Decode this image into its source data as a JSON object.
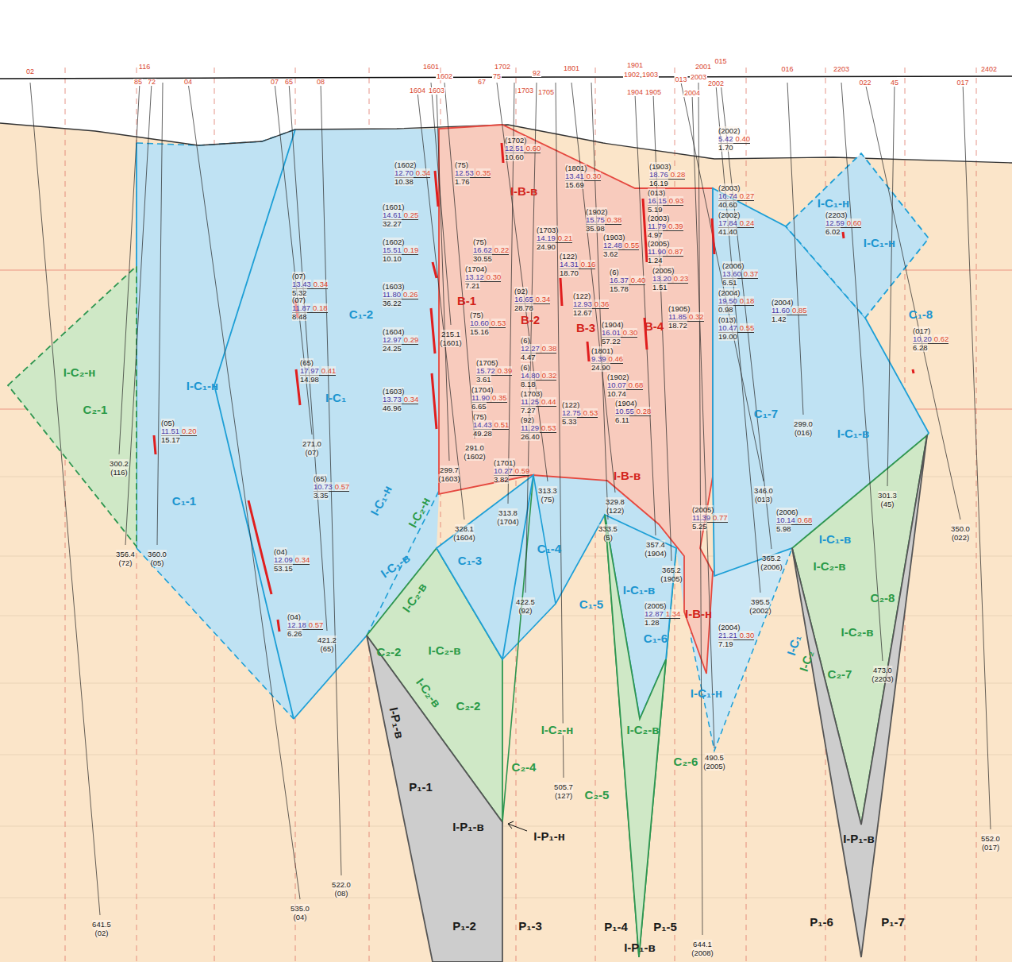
{
  "diagram": {
    "nodes": [
      {
        "text": [
          "I-B-в",
          "B-1",
          "B-2",
          "B-3",
          "B-4",
          "I-B-в",
          "I-B-н"
        ]
      },
      {
        "text": [
          "I-C₂-н",
          "C₂-1"
        ]
      },
      {
        "text": [
          "I-C₂-в",
          "C₂-2",
          "I-C₂-в",
          "C₂-2",
          "I-C₂-в"
        ]
      },
      {
        "text": [
          "I-P₁-в",
          "P₁-1",
          "I-P₁-в",
          "P₁-2"
        ]
      },
      {
        "text": [
          "C₁-3"
        ]
      },
      {
        "text": [
          "I-C₁-в",
          "C₁-6"
        ]
      },
      {
        "text": [
          "I-C₂-в"
        ]
      },
      {
        "text": [
          "C₁-7",
          "I-C₁-в",
          "I-C₁-в"
        ]
      },
      {
        "text": [
          "I-C₁-н",
          "I-C₁-н"
        ]
      },
      {
        "text": [
          "I-C₂-в",
          "C₂-8",
          "I-C₂-в",
          "C₂-7"
        ]
      },
      {
        "text": [
          "I-P₁-в"
        ]
      }
    ],
    "labels": [
      "(07)",
      "13.43",
      "0.34",
      "5.32",
      "(07)",
      "11.87",
      "0.18",
      "8.48",
      "(65)",
      "17.97",
      "0.41",
      "14.98",
      "(05)",
      "11.51",
      "0.20",
      "15.17",
      "(65)",
      "10.73",
      "0.57",
      "3.35",
      "(04)",
      "12.09",
      "0.34",
      "53.15",
      "(04)",
      "12.18",
      "0.57",
      "6.26",
      "(1602)",
      "12.70",
      "0.34",
      "10.38",
      "(1601)",
      "14.61",
      "0.25",
      "32.27",
      "(1602)",
      "15.51",
      "0.19",
      "10.10",
      "(1603)",
      "11.80",
      "0.26",
      "36.22",
      "(1604)",
      "12.97",
      "0.29",
      "24.25",
      "(1603)",
      "13.73",
      "0.34",
      "46.96",
      "(75)",
      "12.53",
      "0.35",
      "1.76",
      "(1702)",
      "12.51",
      "0.60",
      "10.60",
      "(75)",
      "16.62",
      "0.22",
      "30.55",
      "(1704)",
      "13.12",
      "0.30",
      "7.21",
      "(75)",
      "10.60",
      "0.53",
      "15.16",
      "(1705)",
      "15.72",
      "0.39",
      "3.61",
      "(1704)",
      "11.90",
      "0.35",
      "6.65",
      "(75)",
      "14.43",
      "0.51",
      "49.28",
      "(1703)",
      "14.19",
      "0.21",
      "24.90",
      "(122)",
      "14.31",
      "0.16",
      "18.70",
      "(1902)",
      "15.75",
      "0.38",
      "35.98",
      "(1903)",
      "12.48",
      "0.55",
      "3.62",
      "(6)",
      "16.37",
      "0.40",
      "15.78",
      "(122)",
      "12.93",
      "0.36",
      "12.67",
      "(92)",
      "16.65",
      "0.34",
      "28.78",
      "(1904)",
      "16.01",
      "0.30",
      "57.22",
      "(1801)",
      "9.39",
      "0.46",
      "24.90",
      "(1902)",
      "10.07",
      "0.68",
      "10.74",
      "(122)",
      "12.75",
      "0.53",
      "5.33",
      "(1904)",
      "10.55",
      "0.28",
      "6.11",
      "(6)",
      "12.27",
      "0.38",
      "4.47",
      "(6)",
      "14.80",
      "0.32",
      "8.18",
      "(1703)",
      "11.25",
      "0.44",
      "7.27",
      "(92)",
      "11.29",
      "0.53",
      "26.40",
      "(1801)",
      "13.41",
      "0.30",
      "15.69",
      "(1903)",
      "18.76",
      "0.28",
      "16.19",
      "(013)",
      "16.15",
      "0.93",
      "5.19",
      "(2003)",
      "11.79",
      "0.39",
      "4.97",
      "(2005)",
      "11.90",
      "0.87",
      "1.24",
      "(2005)",
      "13.20",
      "0.23",
      "1.51",
      "(1905)",
      "11.85",
      "0.32",
      "18.72",
      "(2002)",
      "5.42",
      "0.40",
      "1.70",
      "(2003)",
      "16.74",
      "0.27",
      "40.60",
      "(2002)",
      "17.84",
      "0.24",
      "41.40",
      "(2006)",
      "13.60",
      "0.37",
      "6.51",
      "(2004)",
      "19.50",
      "0.18",
      "0.98",
      "(013)",
      "10.47",
      "0.55",
      "19.00",
      "(2004)",
      "11.60",
      "0.85",
      "1.42",
      "(2203)",
      "12.59",
      "0.60",
      "6.02",
      "(017)",
      "10.20",
      "0.62",
      "6.28",
      "(2005)",
      "11.39",
      "0.77",
      "5.25",
      "(2006)",
      "10.14",
      "0.68",
      "5.98",
      "(2005)",
      "12.87",
      "1.34",
      "1.28",
      "(2004)",
      "21.21",
      "0.30",
      "7.19",
      "(1701)",
      "10.27",
      "0.59",
      "3.82",
      "300.2",
      "(116)",
      "356.4",
      "(72)",
      "360.0",
      "(05)",
      "271.0",
      "(07)",
      "421.2",
      "(65)",
      "535.0",
      "(04)",
      "522.0",
      "(08)",
      "641.5",
      "(02)",
      "215.1",
      "(1601)",
      "291.0",
      "(1602)",
      "299.7",
      "(1603)",
      "313.3",
      "(75)",
      "313.8",
      "(1704)",
      "328.1",
      "(1604)",
      "329.8",
      "(122)",
      "333.5",
      "(5)",
      "357.4",
      "(1904)",
      "365.2",
      "(1905)",
      "422.5",
      "(92)",
      "505.7",
      "(127)",
      "490.5",
      "(2005)",
      "644.1",
      "(2008)",
      "299.0",
      "(016)",
      "346.0",
      "(013)",
      "365.2",
      "(2006)",
      "395.5",
      "(2002)",
      "301.3",
      "(45)",
      "473.0",
      "(2203)",
      "350.0",
      "(022)",
      "552.0",
      "(017)",
      "02",
      "116",
      "85",
      "72",
      "04",
      "07",
      "65",
      "08",
      "1601",
      "1602",
      "1604",
      "1603",
      "67",
      "1702",
      "75",
      "92",
      "1703",
      "1705",
      "1801",
      "1901",
      "1902",
      "1903",
      "1904",
      "1905",
      "013",
      "2001",
      "2003",
      "2002",
      "2004",
      "015",
      "016",
      "2203",
      "022",
      "45",
      "017",
      "2402",
      "I-C₁-н",
      "C₁-1",
      "C₁-2",
      "I-C₁",
      "I-C₁-н",
      "I-C₂-н",
      "I-C₁-в",
      "C₁-4",
      "I-C₂-н",
      "C₂-4",
      "C₁-5",
      "C₂-5",
      "C₂-6",
      "P₁-3",
      "I-P₁-н",
      "P₁-4",
      "P₁-5",
      "I-P₁-в",
      "I-C₁-н",
      "I-C₁",
      "I-C₂",
      "C₁-8",
      "P₁-6",
      "P₁-7"
    ]
  }
}
